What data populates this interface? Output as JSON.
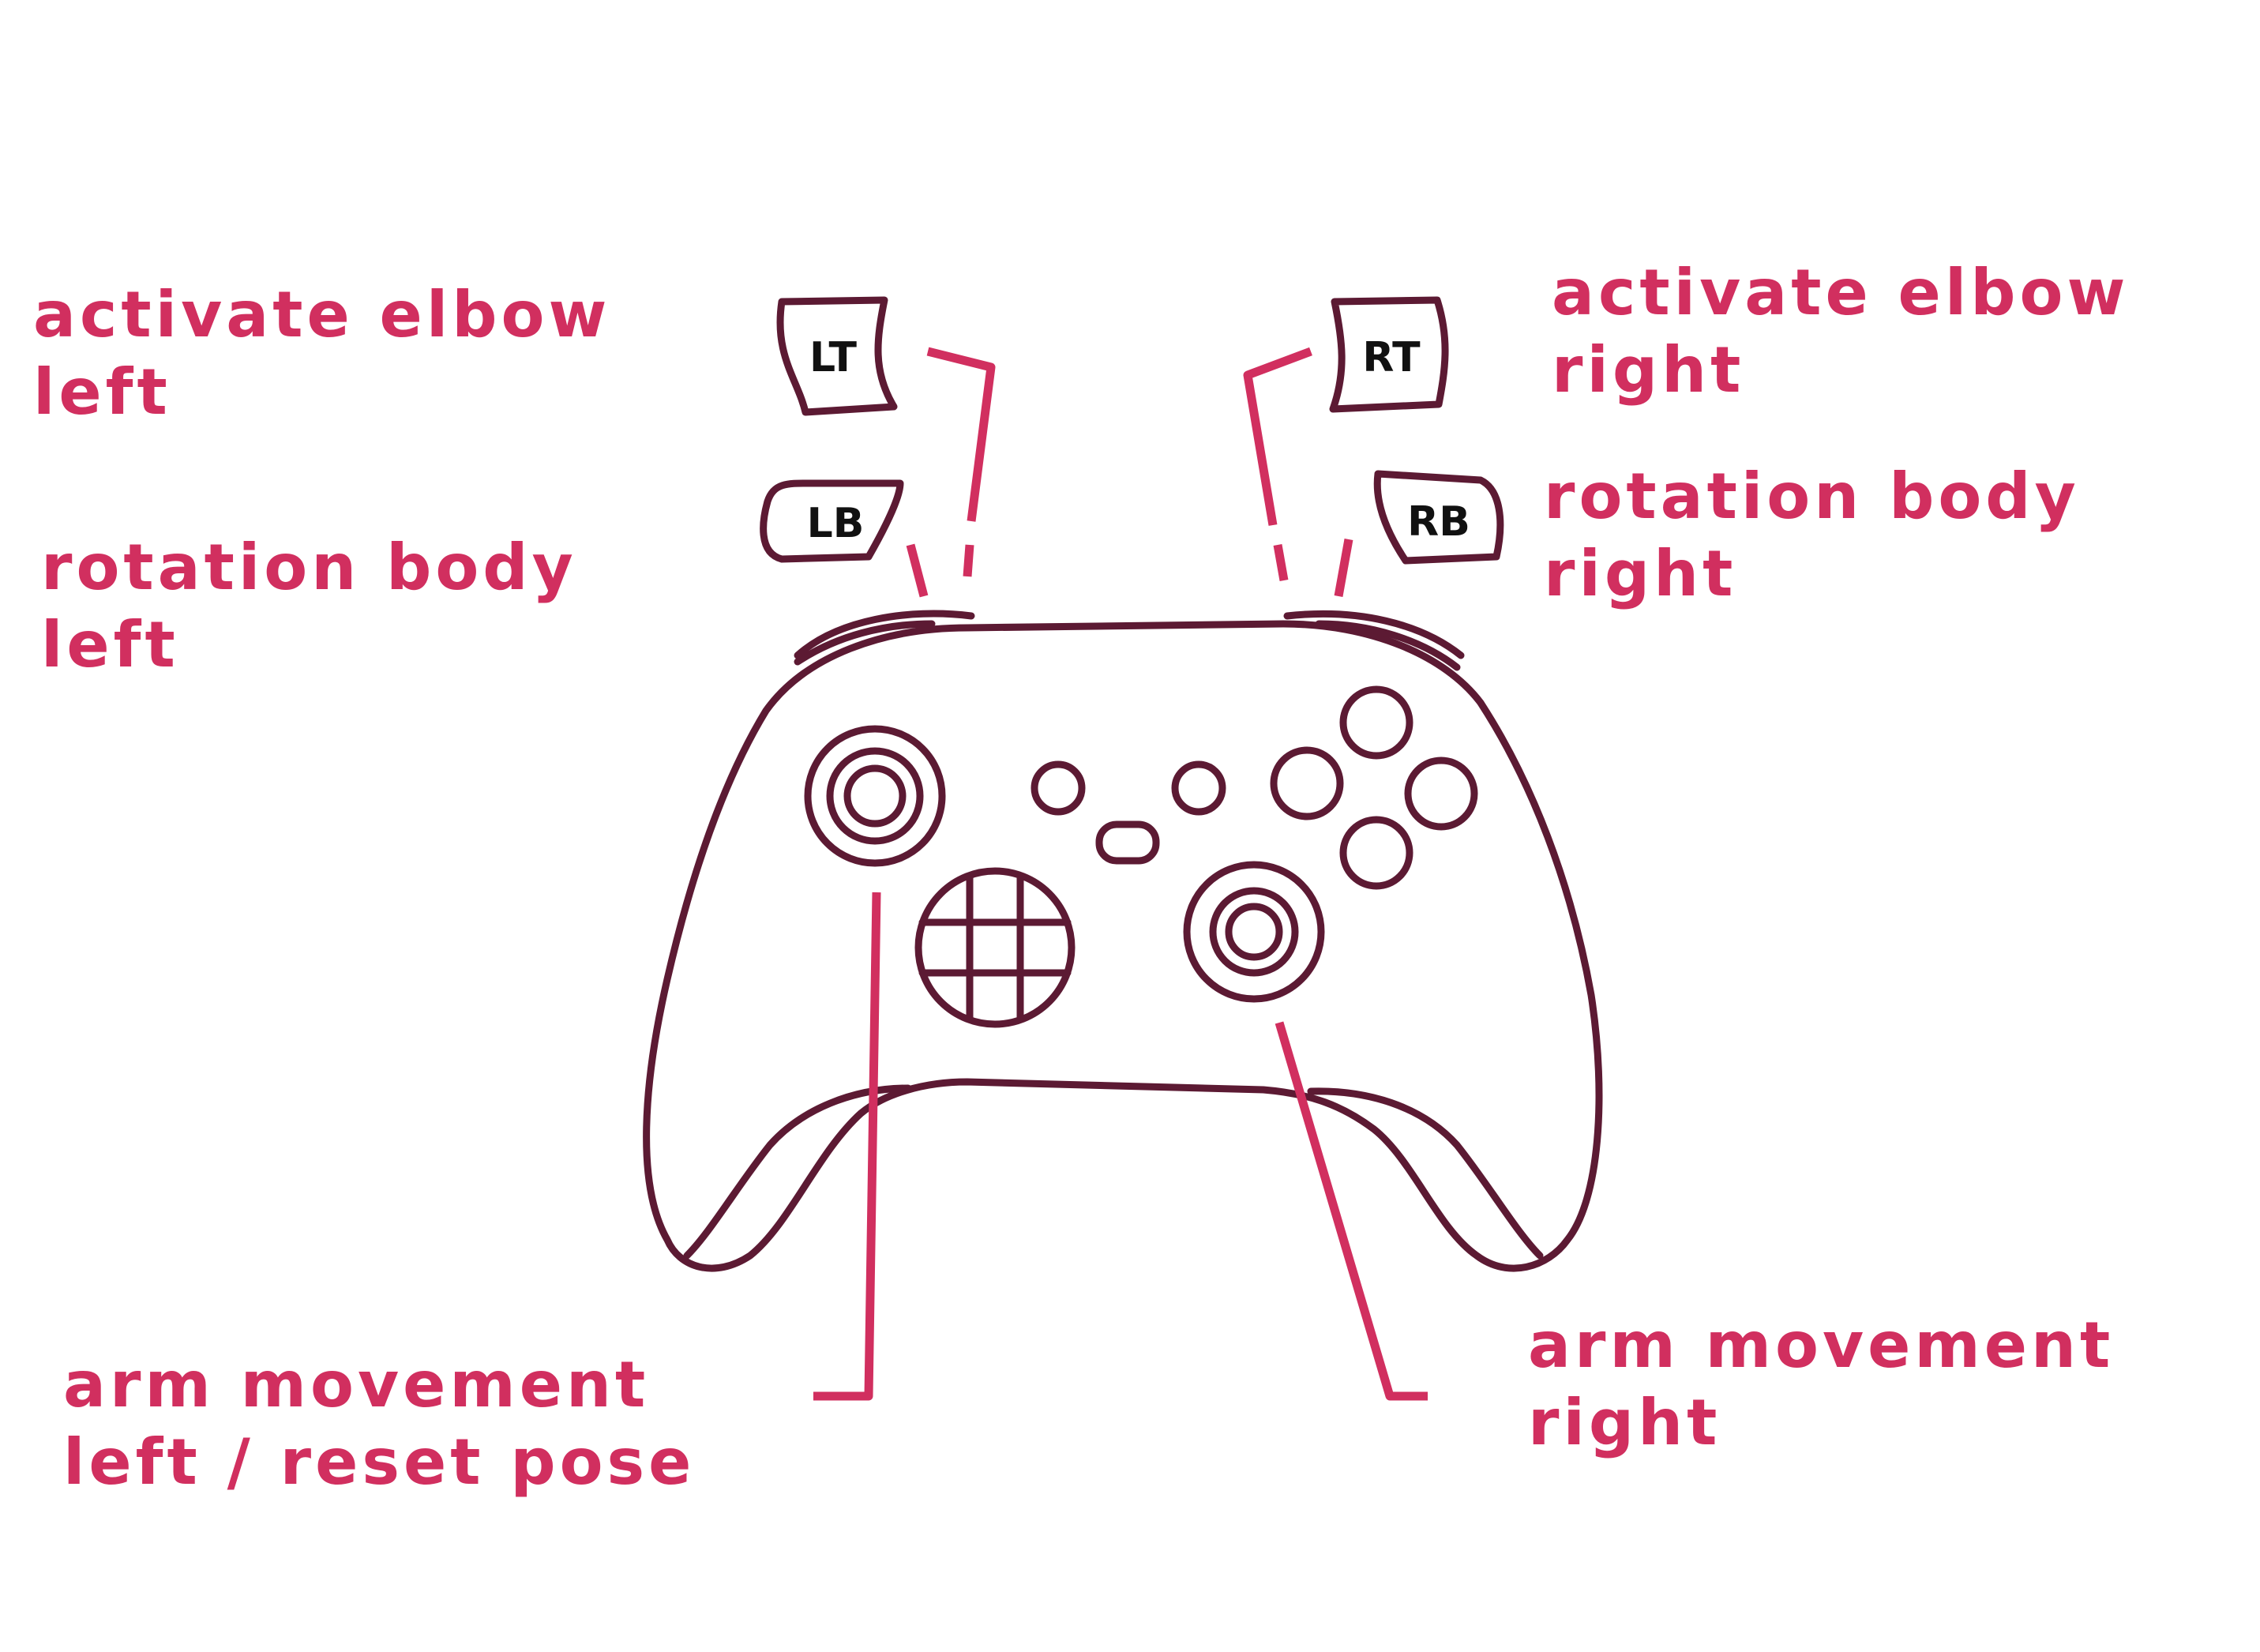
{
  "colors": {
    "accent": "#d12f5f",
    "outline": "#5c1a33",
    "background": "#ffffff"
  },
  "buttons": {
    "lt": "LT",
    "rt": "RT",
    "lb": "LB",
    "rb": "RB"
  },
  "labels": {
    "elbow_left": {
      "line1": "activate elbow",
      "line2": "left"
    },
    "elbow_right": {
      "line1": "activate elbow",
      "line2": "right"
    },
    "rotation_left": {
      "line1": "rotation body",
      "line2": "left"
    },
    "rotation_right": {
      "line1": "rotation body",
      "line2": "right"
    },
    "arm_left": {
      "line1": "arm movement",
      "line2": "left / reset pose"
    },
    "arm_right": {
      "line1": "arm movement",
      "line2": "right"
    }
  }
}
